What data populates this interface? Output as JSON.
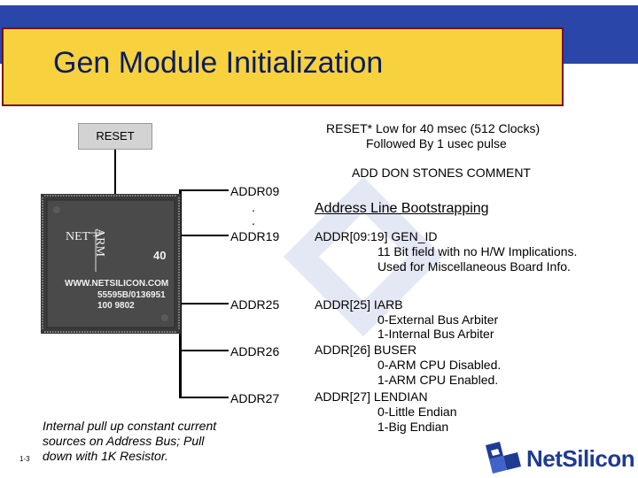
{
  "slide": {
    "title": "Gen Module Initialization",
    "page_number": "1-3"
  },
  "reset": {
    "box_label": "RESET",
    "desc_line1": "RESET* Low for 40 msec  (512 Clocks)",
    "desc_line2": "Followed By 1 usec pulse",
    "comment": "ADD DON STONES COMMENT"
  },
  "chip": {
    "brand": "NET +",
    "arm_text": "ARM",
    "model": "40",
    "website": "WWW.NETSILICON.COM",
    "part_number": "55595B/0136951",
    "date_code": "100 9802"
  },
  "address_lines": {
    "addr09": "ADDR09",
    "dot1": ".",
    "dot2": ".",
    "addr19": "ADDR19",
    "addr25": "ADDR25",
    "addr26": "ADDR26",
    "addr27": "ADDR27"
  },
  "bootstrapping": {
    "heading": "Address Line Bootstrapping",
    "gen_id_line1": "ADDR[09:19] GEN_ID",
    "gen_id_line2": "11 Bit field with no H/W Implications.",
    "gen_id_line3": "Used for Miscellaneous Board Info.",
    "iarb": "ADDR[25] IARB",
    "iarb_0": "0-External Bus Arbiter",
    "iarb_1": "1-Internal Bus Arbiter",
    "buser": "ADDR[26] BUSER",
    "buser_0": "0-ARM CPU Disabled.",
    "buser_1": "1-ARM CPU Enabled.",
    "lendian": "ADDR[27] LENDIAN",
    "lendian_0": "0-Little Endian",
    "lendian_1": "1-Big Endian"
  },
  "note": {
    "line1": "Internal pull up constant current",
    "line2": "sources on Address Bus;  Pull",
    "line3": "down with 1K Resistor."
  },
  "logo": {
    "text": "NetSilicon"
  },
  "colors": {
    "title_bar": "#2a46a8",
    "title_box": "#f7d23e",
    "title_border": "#7a1010",
    "title_text": "#0b1c5c",
    "logo": "#1f3a93"
  }
}
